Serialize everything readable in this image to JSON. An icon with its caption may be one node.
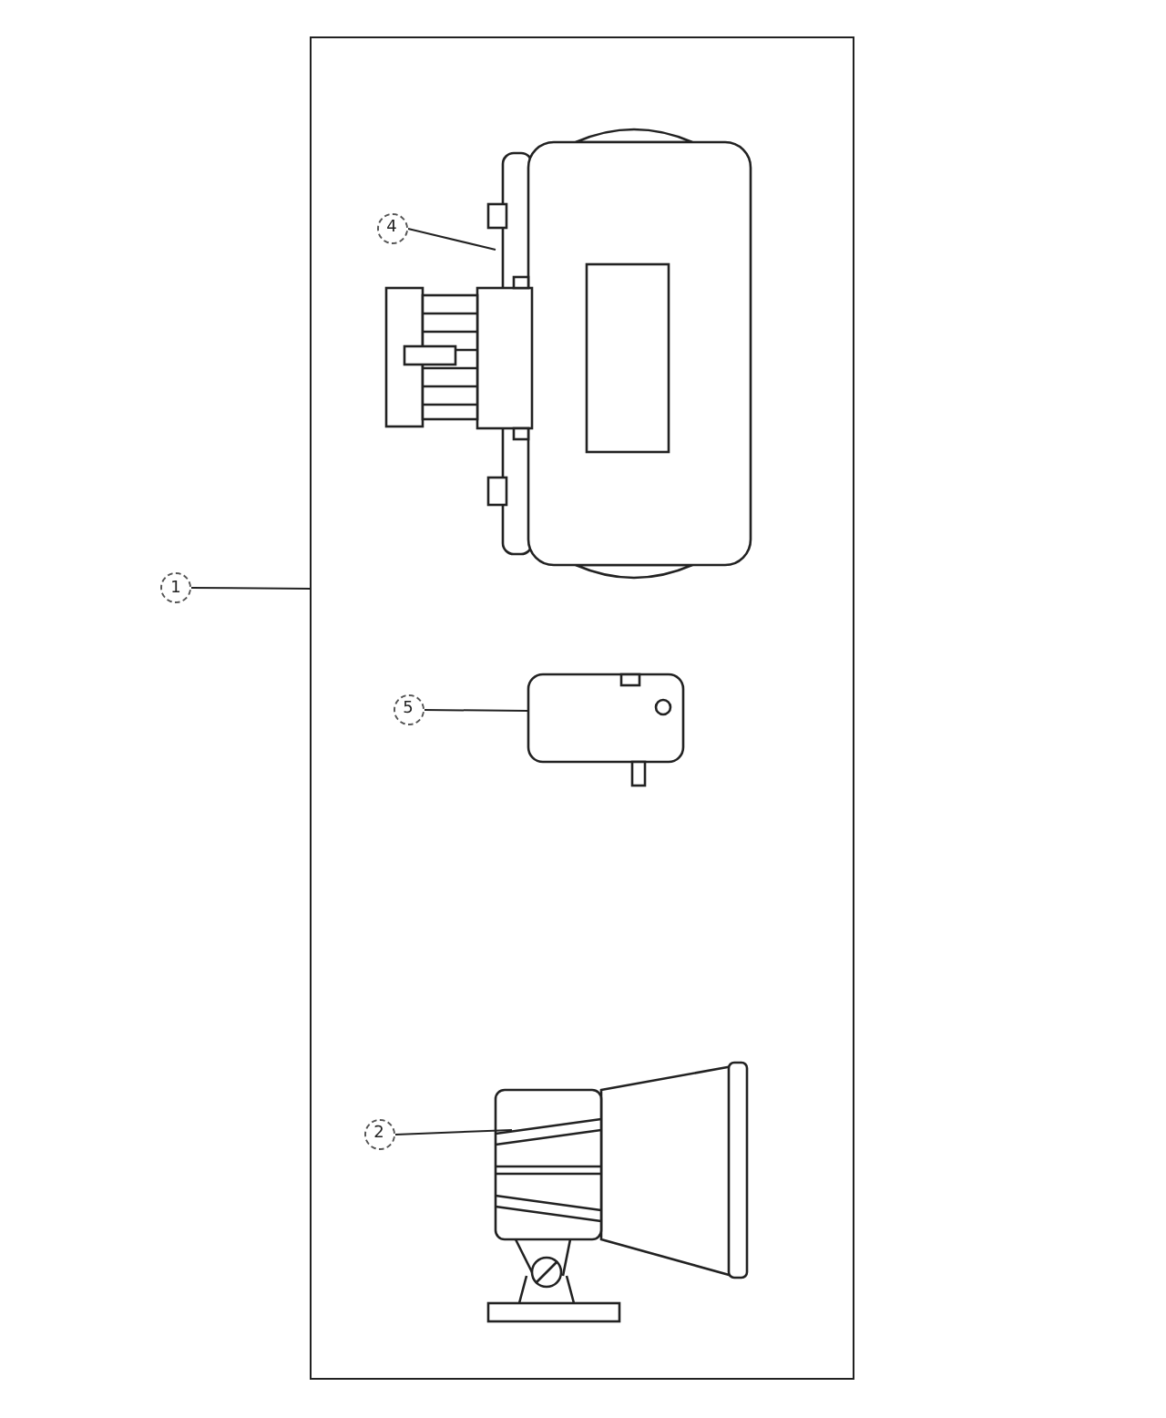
{
  "diagram": {
    "nodes": [
      {
        "text": [],
        "shape": "box"
      },
      {
        "text": [
          "4"
        ],
        "in": 0
      },
      {
        "text": [],
        "shape": "picture",
        "in": 0
      },
      {
        "text": [
          "1"
        ]
      },
      {
        "text": [
          "5"
        ],
        "in": 0
      },
      {
        "text": [],
        "shape": "picture",
        "in": 0
      },
      {
        "text": [
          "2"
        ],
        "in": 0
      },
      {
        "text": [],
        "shape": "picture",
        "in": 0
      }
    ],
    "edges": [
      {
        "from": 1,
        "to": 2,
        "arrow": "none"
      },
      {
        "from": 3,
        "to": 0,
        "arrow": "none"
      },
      {
        "from": 4,
        "to": 5,
        "arrow": "none"
      },
      {
        "from": 6,
        "to": 7,
        "arrow": "none"
      }
    ]
  }
}
